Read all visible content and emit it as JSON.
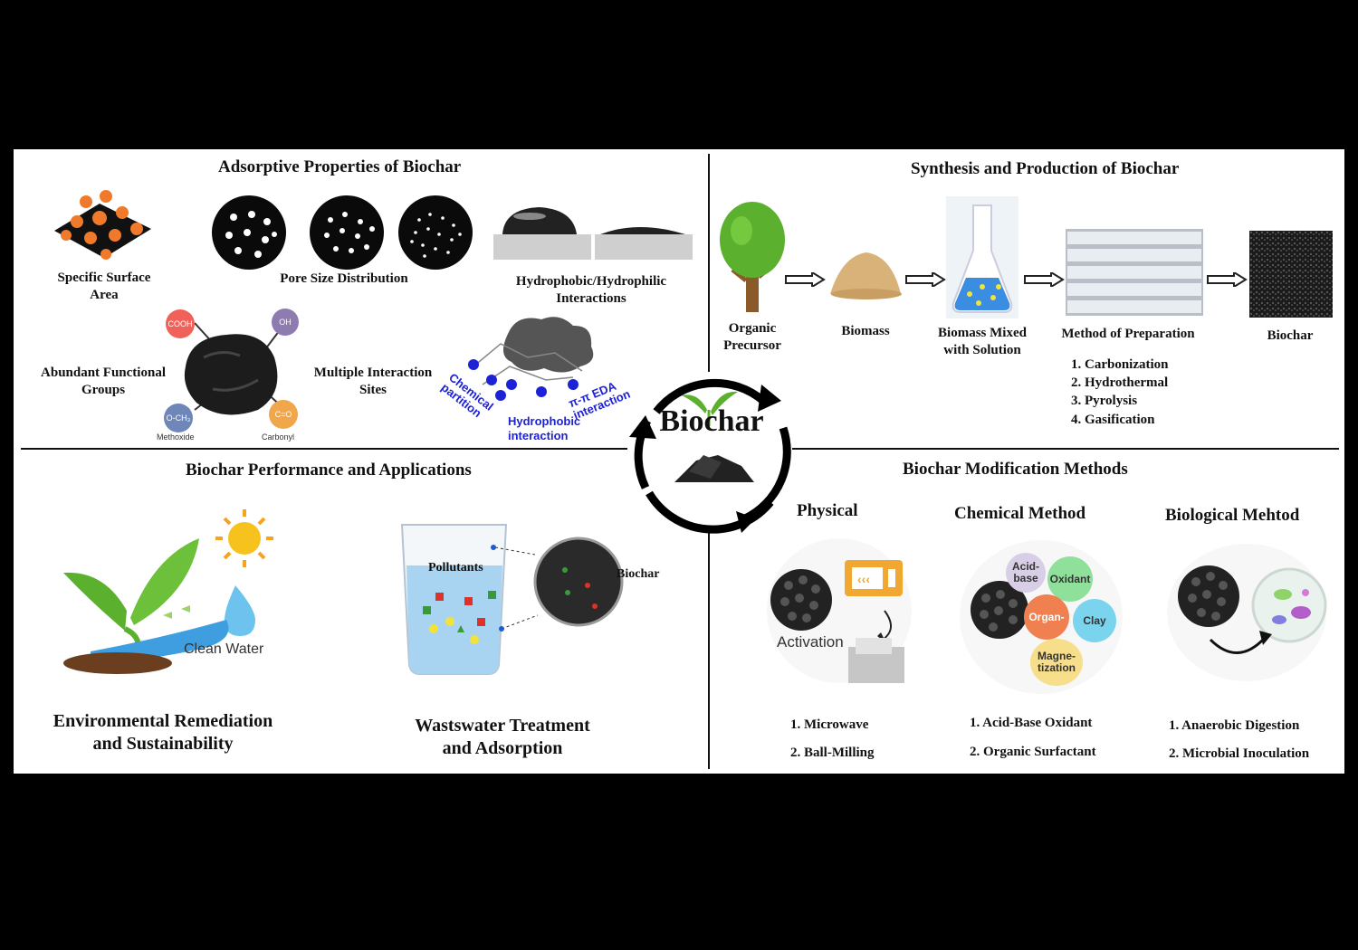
{
  "center_label": "Biochar",
  "adsorptive": {
    "title": "Adsorptive Properties of Biochar",
    "specific_surface_area": "Specific Surface\nArea",
    "pore_size": "Pore Size Distribution",
    "hydrophobic": "Hydrophobic/Hydrophilic\nInteractions",
    "functional_groups": "Abundant Functional\nGroups",
    "interaction_sites": "Multiple Interaction\nSites",
    "groups": {
      "cooh": "COOH",
      "oh": "OH",
      "och3": "O-CH₃",
      "co": "C=O",
      "methoxide": "Methoxide",
      "carbonyl": "Carbonyl"
    },
    "interactions": {
      "chemical": "Chemical\npartition",
      "hydrophobic": "Hydrophobic\ninteraction",
      "pi": "π-π EDA\ninteraction"
    }
  },
  "synthesis": {
    "title": "Synthesis and Production of Biochar",
    "steps": [
      "Organic\nPrecursor",
      "Biomass",
      "Biomass Mixed\nwith Solution",
      "Method of Preparation",
      "Biochar"
    ],
    "methods": [
      "1. Carbonization",
      "2. Hydrothermal",
      "3. Pyrolysis",
      "4. Gasification"
    ]
  },
  "performance": {
    "title": "Biochar Performance and Applications",
    "clean_water": "Clean Water",
    "pollutants": "Pollutants",
    "biochar": "Biochar",
    "env": "Environmental Remediation\nand Sustainability",
    "waste": "Wastswater Treatment\nand Adsorption"
  },
  "modification": {
    "title": "Biochar Modification Methods",
    "physical": {
      "title": "Physical",
      "activation": "Activation",
      "items": [
        "1. Microwave",
        "2. Ball-Milling"
      ]
    },
    "chemical": {
      "title": "Chemical Method",
      "bubbles": {
        "acid": "Acid-\nbase",
        "oxidant": "Oxidant",
        "organ": "Organ-",
        "clay": "Clay",
        "magnet": "Magne-\ntization"
      },
      "items": [
        "1. Acid-Base Oxidant",
        "2. Organic Surfactant"
      ]
    },
    "biological": {
      "title": "Biological Mehtod",
      "items": [
        "1. Anaerobic Digestion",
        "2. Microbial Inoculation"
      ]
    }
  },
  "colors": {
    "orange": "#f07a2b",
    "blue_text": "#1d22d6",
    "tree": "#5bb02d",
    "biomass": "#d9b27a"
  }
}
